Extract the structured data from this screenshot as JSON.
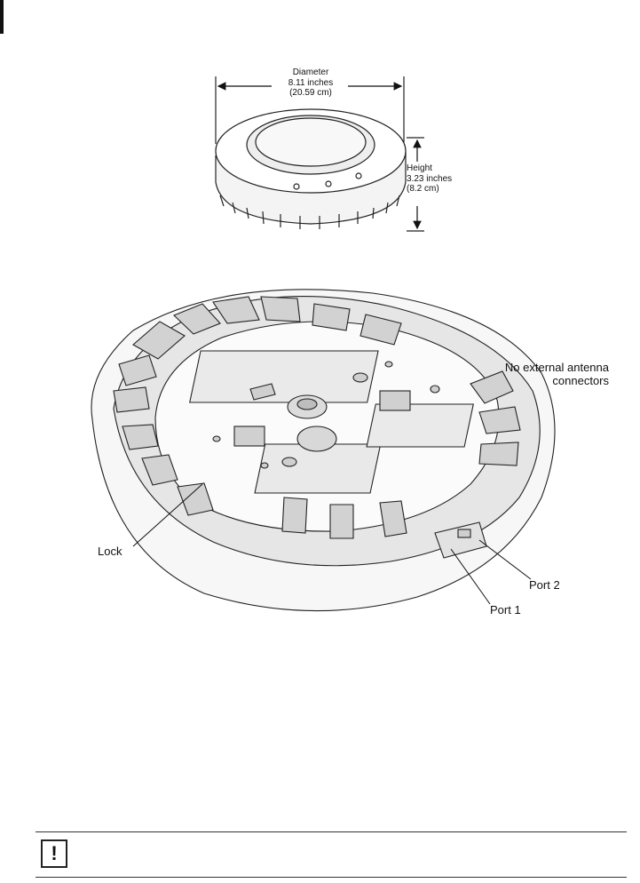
{
  "top_figure": {
    "diameter_title": "Diameter",
    "diameter_in": "8.11 inches",
    "diameter_cm": "(20.59 cm)",
    "height_title": "Height",
    "height_in": "3.23 inches",
    "height_cm": "(8.2 cm)"
  },
  "bottom_figure": {
    "antenna_line1": "No external antenna",
    "antenna_line2": "connectors",
    "lock": "Lock",
    "port2": "Port 2",
    "port1": "Port 1"
  },
  "note": {
    "icon_glyph": "!"
  }
}
